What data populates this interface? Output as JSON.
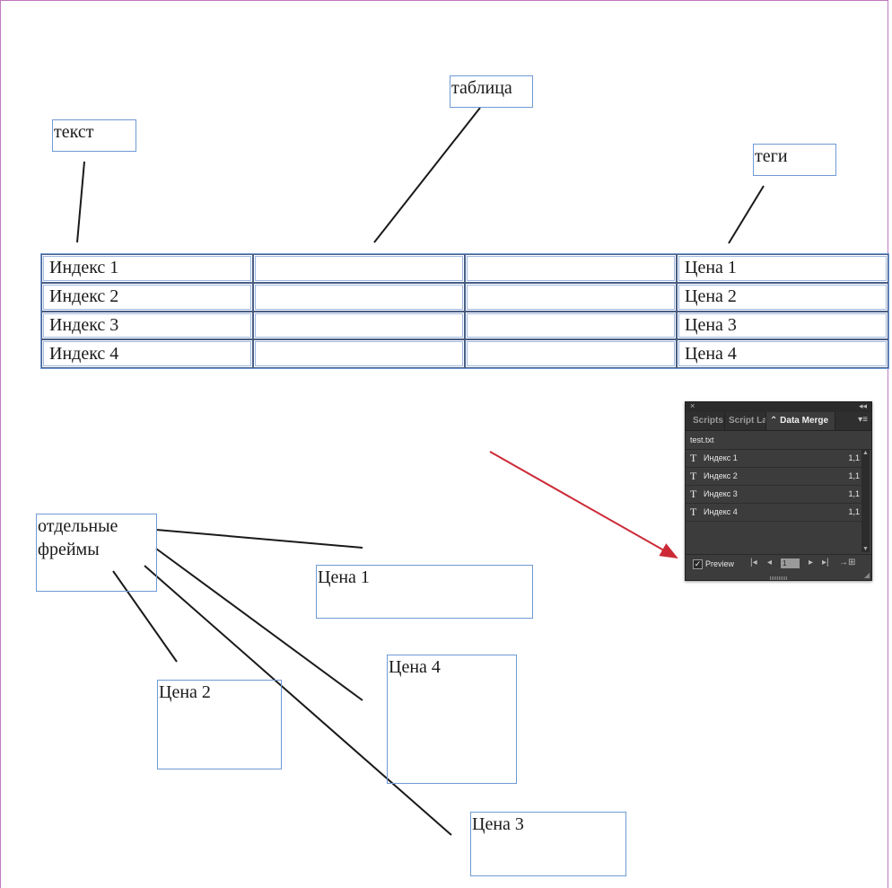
{
  "labels": {
    "text": "текст",
    "table": "таблица",
    "tags": "теги",
    "frames": "отдельные\nфреймы"
  },
  "table": {
    "rows": [
      [
        "Индекс 1",
        "",
        "",
        "Цена 1"
      ],
      [
        "Индекс 2",
        "",
        "",
        "Цена 2"
      ],
      [
        "Индекс 3",
        "",
        "",
        "Цена 3"
      ],
      [
        "Индекс 4",
        "",
        "",
        "Цена 4"
      ]
    ]
  },
  "frames": {
    "price1": "Цена 1",
    "price2": "Цена 2",
    "price3": "Цена 3",
    "price4": "Цена 4"
  },
  "panel": {
    "close_glyph": "×",
    "collapse_glyph": "◂◂",
    "tabs": [
      "Scripts",
      "Script La",
      "Data Merge"
    ],
    "active_tab_prefix": "⌃",
    "menu_glyph": "▾≡",
    "source": "test.txt",
    "fields": [
      {
        "icon": "T",
        "name": "Индекс 1",
        "value": "1,1"
      },
      {
        "icon": "T",
        "name": "Индекс 2",
        "value": "1,1"
      },
      {
        "icon": "T",
        "name": "Индекс 3",
        "value": "1,1"
      },
      {
        "icon": "T",
        "name": "Индекс 4",
        "value": "1,1"
      }
    ],
    "preview_checked": "✓",
    "preview_label": "Preview",
    "record": "1",
    "nav_first": "|◂",
    "nav_prev": "◂",
    "nav_next": "▸",
    "nav_last": "▸|",
    "create_glyph": "→⊞"
  },
  "colors": {
    "frame_border": "#6f9ad6",
    "annotation_line": "#1a1a1a",
    "arrow": "#cc2a36",
    "page_edge": "#c07ac0",
    "panel_bg": "#3c3c3c"
  }
}
